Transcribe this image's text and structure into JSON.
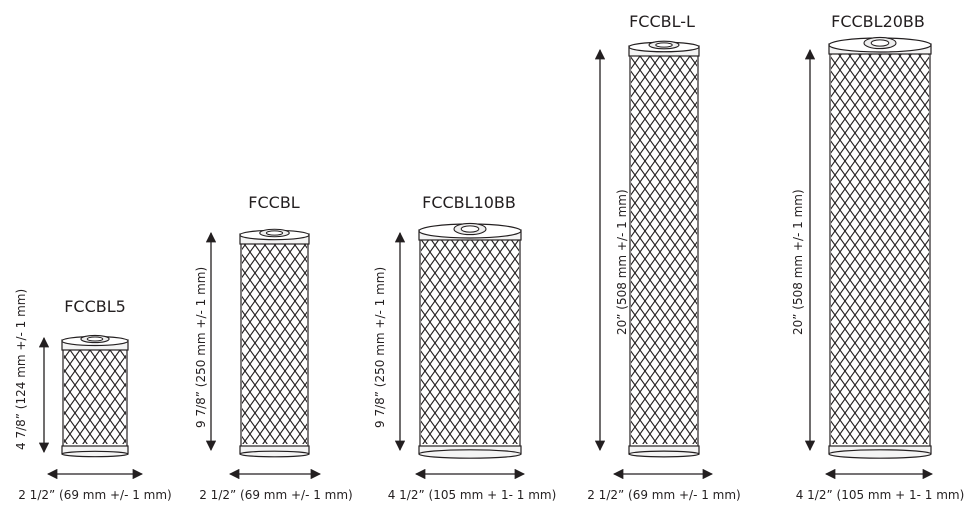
{
  "filters": [
    {
      "name": "FCCBL5",
      "height_label": "4 7/8” (124 mm +/- 1 mm)",
      "width_label": "2 1/2” (69 mm +/- 1 mm)"
    },
    {
      "name": "FCCBL",
      "height_label": "9 7/8” (250 mm +/- 1 mm)",
      "width_label": "2 1/2” (69 mm +/- 1 mm)"
    },
    {
      "name": "FCCBL10BB",
      "height_label": "9 7/8” (250 mm +/- 1 mm)",
      "width_label": "4 1/2” (105 mm + 1- 1 mm)"
    },
    {
      "name": "FCCBL-L",
      "height_label": "20” (508 mm +/- 1 mm)",
      "width_label": "2 1/2” (69 mm +/- 1 mm)"
    },
    {
      "name": "FCCBL20BB",
      "height_label": "20” (508 mm +/- 1 mm)",
      "width_label": "4 1/2” (105 mm + 1- 1 mm)"
    }
  ],
  "colors": {
    "ink": "#231f20",
    "cartridge_fill": "#ffffff",
    "cap_fill": "#f4f4f4"
  }
}
